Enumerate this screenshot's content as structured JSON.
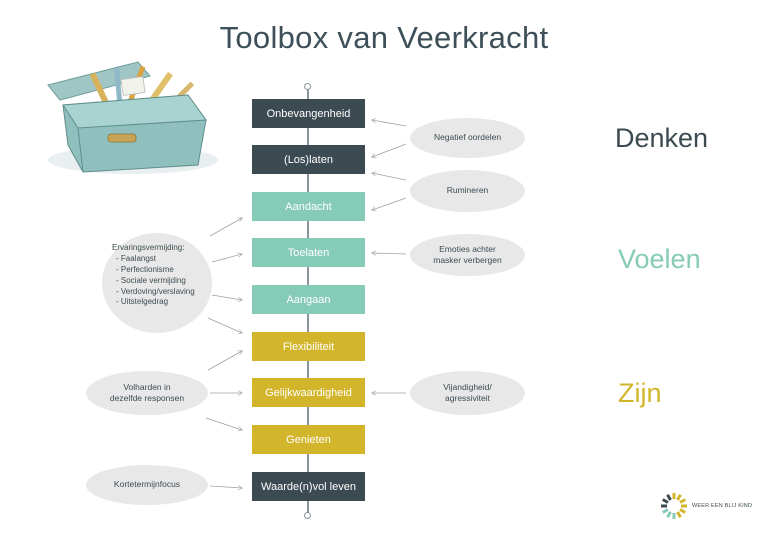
{
  "title": "Toolbox van Veerkracht",
  "steps": [
    {
      "label": "Onbevangenheid",
      "color": "#3c4b52"
    },
    {
      "label": "(Los)laten",
      "color": "#3c4b52"
    },
    {
      "label": "Aandacht",
      "color": "#86cbb7"
    },
    {
      "label": "Toelaten",
      "color": "#86cbb7"
    },
    {
      "label": "Aangaan",
      "color": "#86cbb7"
    },
    {
      "label": "Flexibiliteit",
      "color": "#d2b52a"
    },
    {
      "label": "Gelijkwaardigheid",
      "color": "#d2b52a"
    },
    {
      "label": "Genieten",
      "color": "#d2b52a"
    },
    {
      "label": "Waarde(n)vol leven",
      "color": "#3c4b52"
    }
  ],
  "right_obstacles": {
    "negatief_oordelen": "Negatief oordelen",
    "rumineren": "Rumineren",
    "emoties_line1": "Emoties achter",
    "emoties_line2": "masker verbergen",
    "vijandigheid_line1": "Vijandigheid/",
    "vijandigheid_line2": "agressiviteit"
  },
  "left_obstacles": {
    "ervaringsvermijding_title": "Ervaringsvermijding:",
    "ervaringsvermijding_items": [
      "- Faalangst",
      "- Perfectionisme",
      "- Sociale vermijding",
      "- Verdoving/verslaving",
      "- Uitstelgedrag"
    ],
    "volharden_line1": "Volharden in",
    "volharden_line2": "dezelfde responsen",
    "kortetermijnfocus": "Kortetermijnfocus"
  },
  "categories": {
    "denken": "Denken",
    "voelen": "Voelen",
    "zijn": "Zijn"
  },
  "colors": {
    "dark": "#3c4b52",
    "teal": "#86cbb7",
    "gold": "#d2b52a"
  },
  "logo": {
    "text": "WEER EEN BLIJ KIND",
    "icon": "sunflower-logo-icon"
  },
  "illustration": "toolbox-illustration"
}
